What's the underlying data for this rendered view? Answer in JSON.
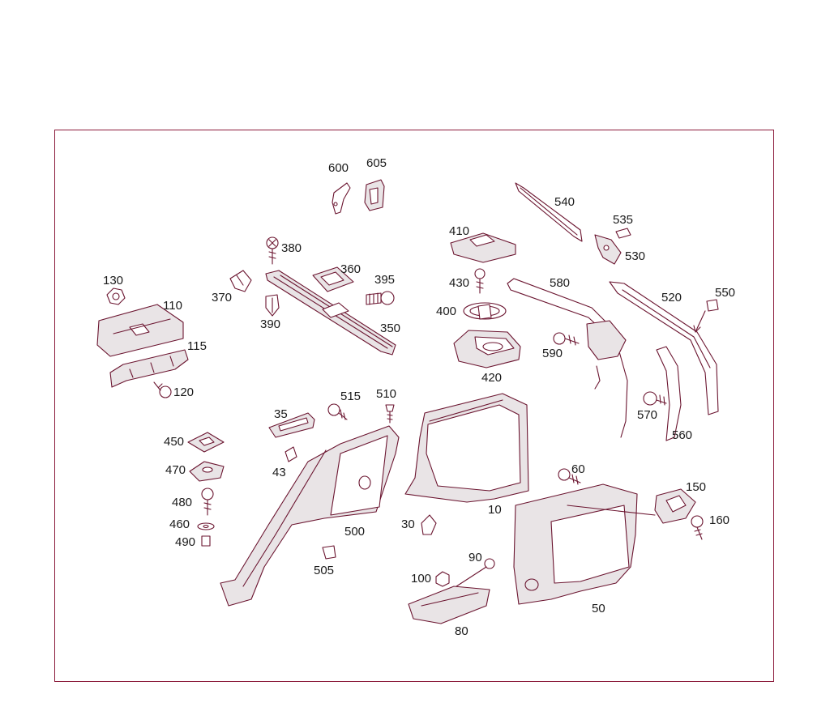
{
  "labels": {
    "l600": "600",
    "l605": "605",
    "l540": "540",
    "l535": "535",
    "l530": "530",
    "l410": "410",
    "l380": "380",
    "l360": "360",
    "l395": "395",
    "l370": "370",
    "l390": "390",
    "l350": "350",
    "l430": "430",
    "l580": "580",
    "l520": "520",
    "l550": "550",
    "l130": "130",
    "l110": "110",
    "l115": "115",
    "l120": "120",
    "l400": "400",
    "l590": "590",
    "l420": "420",
    "l35": "35",
    "l515": "515",
    "l510": "510",
    "l570": "570",
    "l560": "560",
    "l450": "450",
    "l43": "43",
    "l470": "470",
    "l60": "60",
    "l480": "480",
    "l150": "150",
    "l10": "10",
    "l460": "460",
    "l490": "490",
    "l30": "30",
    "l500": "500",
    "l160": "160",
    "l505": "505",
    "l90": "90",
    "l100": "100",
    "l50": "50",
    "l80": "80"
  },
  "colors": {
    "frame": "#8b1a3a",
    "line": "#6b1530",
    "text": "#1a1a1a"
  }
}
